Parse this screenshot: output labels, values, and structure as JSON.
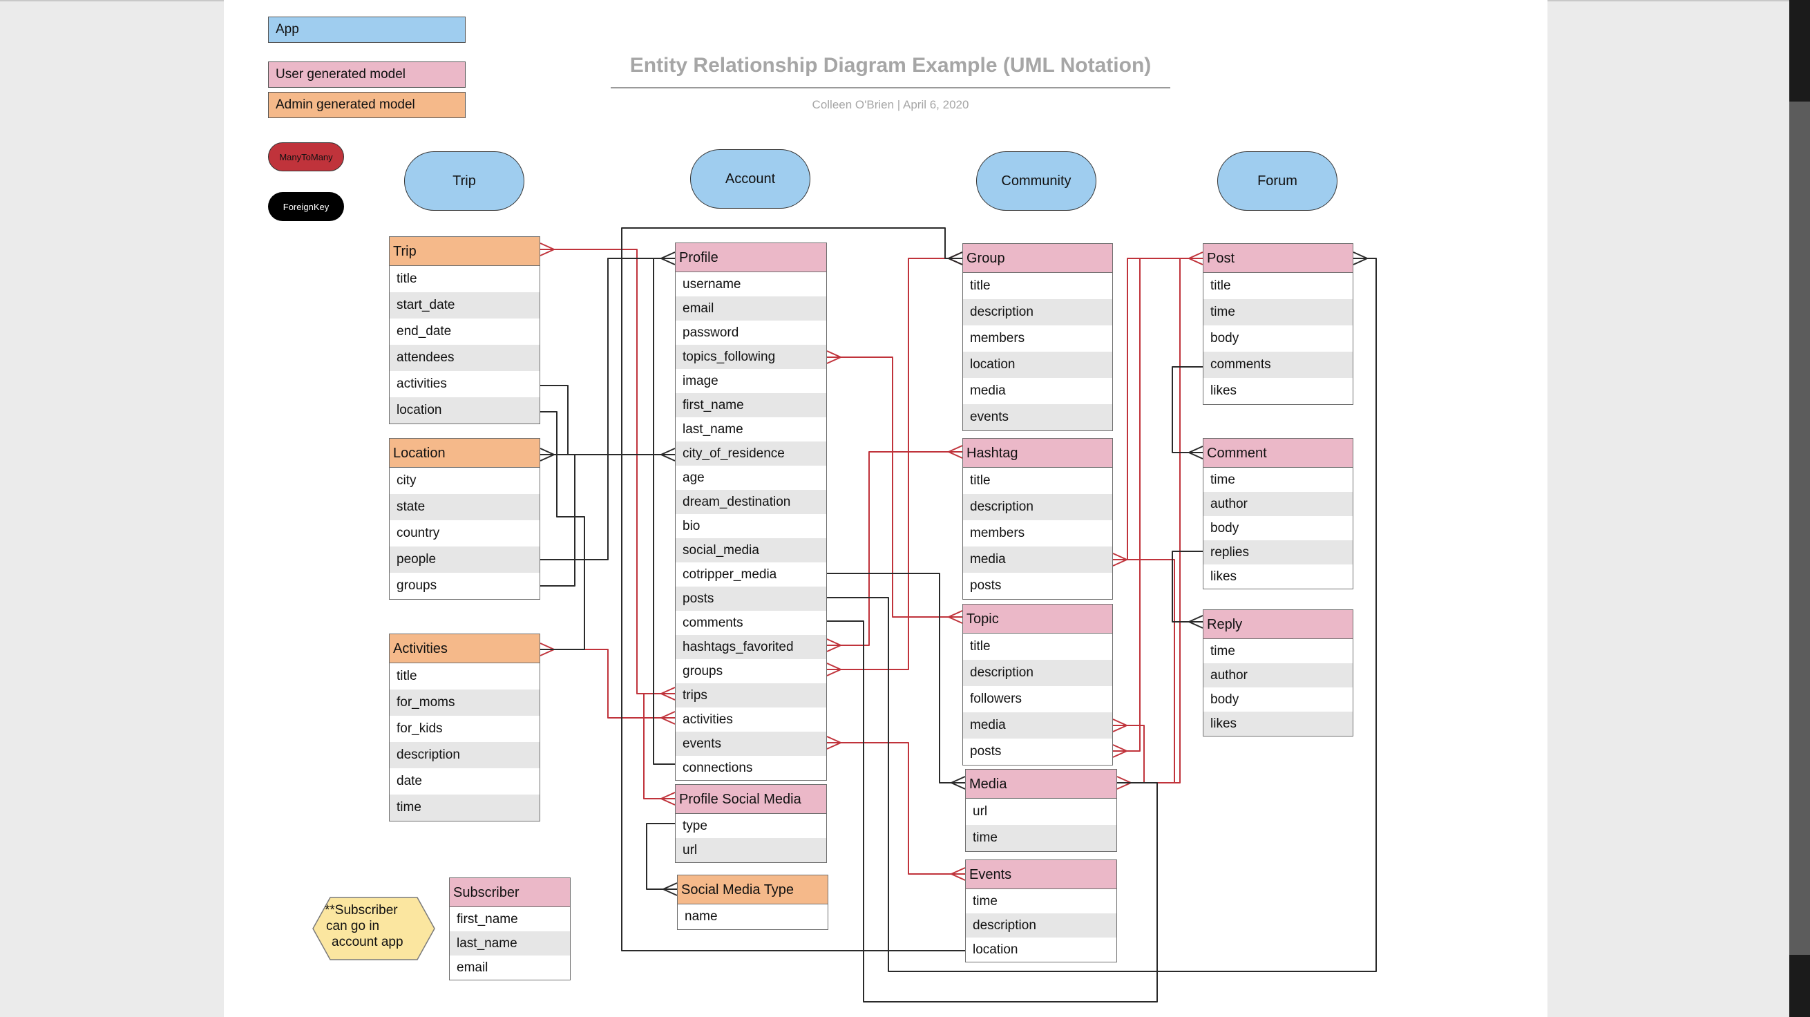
{
  "header": {
    "title": "Entity Relationship Diagram Example (UML Notation)",
    "subtitle": "Colleen O'Brien  |  April 6, 2020"
  },
  "legend": {
    "app": "App",
    "user_model": "User generated model",
    "admin_model": "Admin generated model",
    "many_to_many": "ManyToMany",
    "foreign_key": "ForeignKey"
  },
  "apps": [
    "Trip",
    "Account",
    "Community",
    "Forum"
  ],
  "entities": [
    {
      "id": "trip",
      "name": "Trip",
      "kind": "admin",
      "fields": [
        "title",
        "start_date",
        "end_date",
        "attendees",
        "activities",
        "location"
      ]
    },
    {
      "id": "location",
      "name": "Location",
      "kind": "admin",
      "fields": [
        "city",
        "state",
        "country",
        "people",
        "groups"
      ]
    },
    {
      "id": "activities",
      "name": "Activities",
      "kind": "admin",
      "fields": [
        "title",
        "for_moms",
        "for_kids",
        "description",
        "date",
        "time"
      ]
    },
    {
      "id": "profile",
      "name": "Profile",
      "kind": "user",
      "fields": [
        "username",
        "email",
        "password",
        "topics_following",
        "image",
        "first_name",
        "last_name",
        "city_of_residence",
        "age",
        "dream_destination",
        "bio",
        "social_media",
        "cotripper_media",
        "posts",
        "comments",
        "hashtags_favorited",
        "groups",
        "trips",
        "activities",
        "events",
        "connections"
      ]
    },
    {
      "id": "profile_social_media",
      "name": "Profile Social Media",
      "kind": "user",
      "fields": [
        "type",
        "url"
      ]
    },
    {
      "id": "social_media_type",
      "name": "Social Media Type",
      "kind": "admin",
      "fields": [
        "name"
      ]
    },
    {
      "id": "subscriber",
      "name": "Subscriber",
      "kind": "user",
      "fields": [
        "first_name",
        "last_name",
        "email"
      ]
    },
    {
      "id": "group",
      "name": "Group",
      "kind": "user",
      "fields": [
        "title",
        "description",
        "members",
        "location",
        "media",
        "events"
      ]
    },
    {
      "id": "hashtag",
      "name": "Hashtag",
      "kind": "user",
      "fields": [
        "title",
        "description",
        "members",
        "media",
        "posts"
      ]
    },
    {
      "id": "topic",
      "name": "Topic",
      "kind": "user",
      "fields": [
        "title",
        "description",
        "followers",
        "media",
        "posts"
      ]
    },
    {
      "id": "media",
      "name": "Media",
      "kind": "user",
      "fields": [
        "url",
        "time"
      ]
    },
    {
      "id": "events",
      "name": "Events",
      "kind": "user",
      "fields": [
        "time",
        "description",
        "location"
      ]
    },
    {
      "id": "post",
      "name": "Post",
      "kind": "user",
      "fields": [
        "title",
        "time",
        "body",
        "comments",
        "likes"
      ]
    },
    {
      "id": "comment",
      "name": "Comment",
      "kind": "user",
      "fields": [
        "time",
        "author",
        "body",
        "replies",
        "likes"
      ]
    },
    {
      "id": "reply",
      "name": "Reply",
      "kind": "user",
      "fields": [
        "time",
        "author",
        "body",
        "likes"
      ]
    }
  ],
  "note": {
    "lines": [
      "**Subscriber",
      "can go in",
      "account app"
    ]
  },
  "colors": {
    "app": "#9fcdef",
    "user_model": "#ebb8c8",
    "admin_model": "#f5b98a",
    "many_to_many": "#c0333b",
    "foreign_key": "#000000",
    "note": "#fbe6a0"
  }
}
